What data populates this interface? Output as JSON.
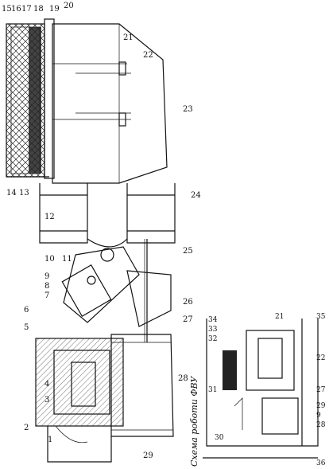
{
  "figure": {
    "caption": "Схема роботи ФВУ",
    "callouts_main": [
      "1",
      "2",
      "3",
      "4",
      "5",
      "6",
      "7",
      "8",
      "9",
      "10",
      "11",
      "12",
      "13",
      "14",
      "15",
      "16",
      "17",
      "18",
      "19",
      "20",
      "21",
      "22",
      "23",
      "24",
      "25",
      "26",
      "27",
      "28",
      "29"
    ],
    "callouts_scheme": [
      "21",
      "22",
      "27",
      "28",
      "29",
      "9",
      "30",
      "31",
      "32",
      "33",
      "34",
      "35",
      "36"
    ]
  }
}
